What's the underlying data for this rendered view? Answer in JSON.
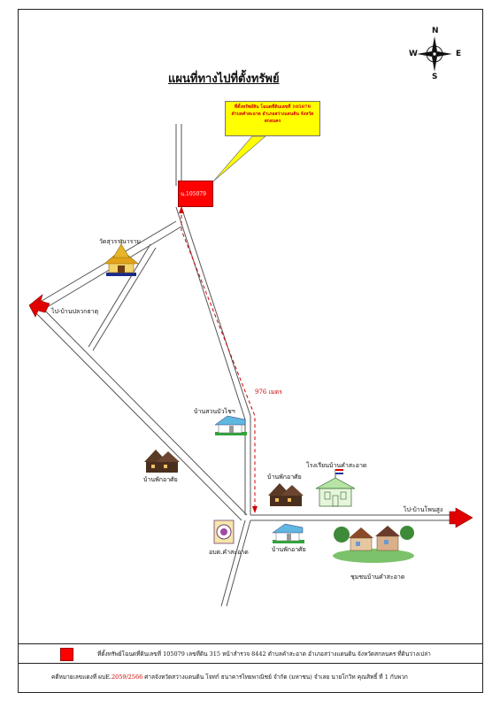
{
  "map": {
    "title": "แผนที่ทางไปที่ตั้งทรัพย์",
    "callout": "ที่ตั้งทรัพย์สิน โฉนดที่ดินเลขที่ 105079 ตำบลคำสะอาด อำเภอสว่างแดนดิน จังหวัดสกลนคร",
    "lot_label": "น.105079",
    "distance": "976 เมตร",
    "compass": {
      "n": "N",
      "s": "S",
      "e": "E",
      "w": "W"
    },
    "labels": {
      "temple": "วัดสุวรรณาราม",
      "to_pladuk": "ไป-บ้านปลวกธาตุ",
      "to_phonsung": "ไป-บ้านโพนสูง",
      "house_suan": "บ้านสวนบัวไชฯ",
      "residence_left": "บ้านพักอาศัย",
      "residence_mid": "บ้านพักอาศัย",
      "residence_bottom": "บ้านพักอาศัย",
      "school": "โรงเรียนบ้านคำสะอาด",
      "tambon_office": "อบต.คำสะอาด",
      "community": "ชุมชนบ้านคำสะอาด"
    },
    "colors": {
      "lot": "#ff0000",
      "callout_bg": "#ffff00",
      "route": "#d00000"
    }
  },
  "legend": {
    "text": "ที่ตั้งทรัพย์โฉนดที่ดินเลขที่ 105079 เลขที่ดิน 315 หน้าสำรวจ 8442 ตำบลคำสะอาด อำเภอสว่างแดนดิน จังหวัดสกลนคร ที่ดินว่างเปล่า"
  },
  "footer": {
    "prefix": "คดีหมายเลขแดงที่ ผบE.",
    "case_no": "2059/2566",
    "suffix": " ศาลจังหวัดสว่างแดนดิน โจทก์ ธนาคารไทยพาณิชย์ จำกัด (มหาชน) จำเลย นายโกวิท คุณสิทธิ์ ที่ 1 กับพวก"
  }
}
